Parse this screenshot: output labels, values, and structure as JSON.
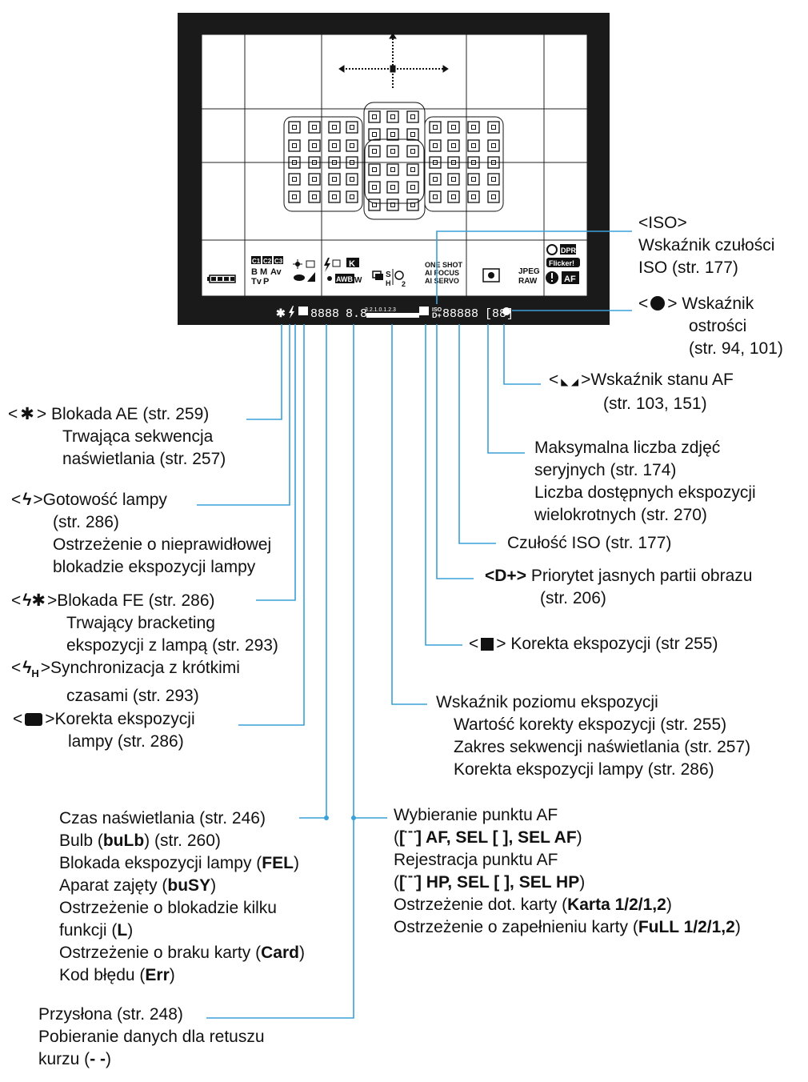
{
  "colors": {
    "frame": "#1a1a1a",
    "leader": "#3aa0d8",
    "grid": "#ffffff",
    "text": "#111111"
  },
  "viewfinder": {
    "mode_icons": [
      "C1",
      "C2",
      "C3",
      "B",
      "M",
      "Av",
      "Tv",
      "P"
    ],
    "ws_icons": [
      "AWB",
      "W",
      "K"
    ],
    "drive_sub": [
      "S",
      "H",
      "2"
    ],
    "af_modes": [
      "ONE SHOT",
      "AI FOCUS",
      "AI SERVO"
    ],
    "format": [
      "JPEG",
      "RAW"
    ],
    "right_icons": [
      "DPR",
      "Flicker!",
      "AF"
    ],
    "bottom_readout": {
      "shutter": "8888",
      "aperture": "8.8",
      "scale": "3.2.1.0.1.2.3",
      "iso_label": "ISO",
      "iso_value": "88888",
      "burst": "[88]"
    }
  },
  "labels": {
    "iso_indicator": {
      "symbol": "<ISO>",
      "lines": [
        "Wskaźnik czułości",
        "ISO (str. 177)"
      ]
    },
    "focus_indicator": {
      "open": "<",
      "close": ">",
      "lines": [
        "Wskaźnik",
        "ostrości",
        "(str. 94, 101)"
      ]
    },
    "af_status": {
      "open": "<",
      "close": ">",
      "lines": [
        "Wskaźnik stanu AF",
        "(str. 103, 151)"
      ]
    },
    "max_burst": {
      "lines": [
        "Maksymalna liczba zdjęć",
        "seryjnych (str. 174)",
        "Liczba dostępnych ekspozycji",
        "wielokrotnych (str. 270)"
      ]
    },
    "iso_speed": {
      "lines": [
        "Czułość ISO (str. 177)"
      ]
    },
    "highlight_tone": {
      "symbol": "<D+>",
      "lines": [
        "Priorytet jasnych partii obrazu",
        "(str. 206)"
      ]
    },
    "exposure_comp": {
      "open": "<",
      "close": ">",
      "lines": [
        "Korekta ekspozycji (str 255)"
      ]
    },
    "exposure_level": {
      "lines": [
        "Wskaźnik poziomu ekspozycji",
        "Wartość korekty ekspozycji (str. 255)",
        "Zakres sekwencji naświetlania (str. 257)",
        "Korekta ekspozycji lampy (str. 286)"
      ]
    },
    "ae_lock": {
      "open": "<",
      "close": ">",
      "lines": [
        "Blokada AE (str. 259)",
        "Trwająca sekwencja",
        "naświetlania (str. 257)"
      ]
    },
    "flash_ready": {
      "open": "<",
      "close": ">",
      "lines": [
        "Gotowość lampy",
        "(str. 286)",
        "Ostrzeżenie o nieprawidłowej",
        "blokadzie ekspozycji lampy"
      ]
    },
    "fe_lock": {
      "open": "<",
      "close": ">",
      "lines": [
        "Blokada FE (str. 286)",
        "Trwający bracketing",
        "ekspozycji z lampą (str. 293)"
      ]
    },
    "hss": {
      "open": "<",
      "close": ">",
      "sub": "H",
      "lines": [
        "Synchronizacja z krótkimi",
        "czasami (str. 293)"
      ]
    },
    "flash_comp": {
      "open": "<",
      "close": ">",
      "lines": [
        "Korekta ekspozycji",
        "lampy (str. 286)"
      ]
    },
    "shutter": {
      "l1": "Czas naświetlania (str. 246)",
      "l2a": "Bulb (",
      "l2b": "buLb",
      "l2c": ") (str. 260)",
      "l3a": "Blokada ekspozycji lampy (",
      "l3b": "FEL",
      "l3c": ")",
      "l4a": "Aparat zajęty (",
      "l4b": "buSY",
      "l4c": ")",
      "l5": "Ostrzeżenie o blokadzie kilku",
      "l6a": "funkcji (",
      "l6b": "L",
      "l6c": ")",
      "l7a": "Ostrzeżenie o braku karty (",
      "l7b": "Card",
      "l7c": ")",
      "l8a": "Kod błędu (",
      "l8b": "Err",
      "l8c": ")"
    },
    "af_point": {
      "l1": "Wybieranie punktu AF",
      "l2a": "(",
      "l2b": "[¨¨] AF, SEL [ ], SEL AF",
      "l2c": ")",
      "l3": "Rejestracja punktu AF",
      "l4a": "(",
      "l4b": "[¨¨] HP, SEL [ ], SEL HP",
      "l4c": ")",
      "l5a": "Ostrzeżenie dot. karty (",
      "l5b": "Karta 1/2/1,2",
      "l5c": ")",
      "l6a": "Ostrzeżenie o zapełnieniu karty (",
      "l6b": "FuLL 1/2/1,2",
      "l6c": ")"
    },
    "aperture": {
      "l1": "Przysłona (str. 248)",
      "l2": "Pobieranie danych dla retuszu",
      "l3a": "kurzu (",
      "l3b": "- -",
      "l3c": ")"
    }
  }
}
